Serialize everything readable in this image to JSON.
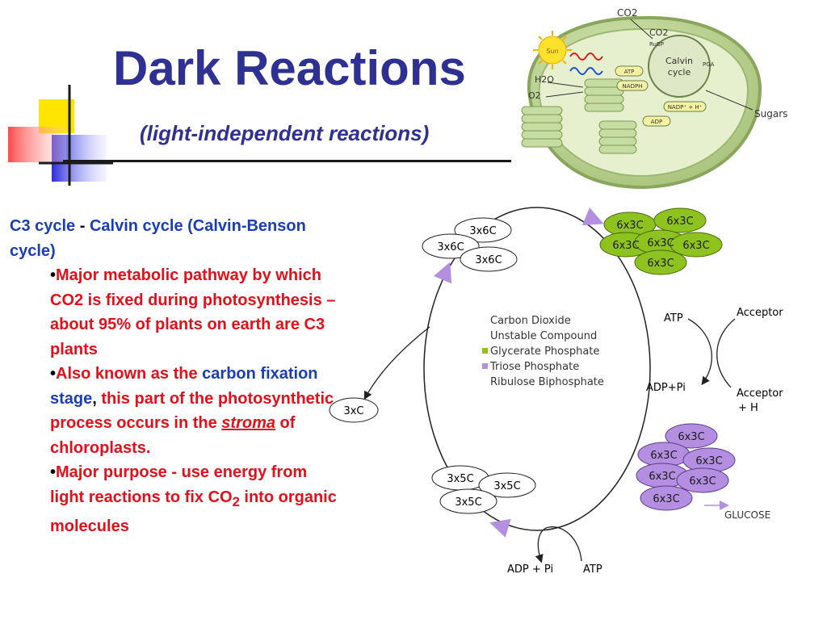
{
  "title": "Dark Reactions",
  "subtitle": "(light-independent reactions)",
  "intro": {
    "c3": "C3 cycle",
    "separator": " - ",
    "rest": "Calvin cycle (Calvin-Benson cycle)"
  },
  "bullets": [
    {
      "text": "Major metabolic pathway by which CO2 is fixed during photosynthesis – about 95% of plants on earth are C3 plants"
    },
    {
      "p1": "Also known as the ",
      "p2": "carbon fixation stage",
      "p3": ",",
      "p4": " this part of the photosynthetic process occurs in the ",
      "p5": "stroma",
      "p6": " of chloroplasts."
    },
    {
      "text": "Major purpose - use energy from light reactions to fix CO",
      "sub": "2",
      "tail": " into organic molecules"
    }
  ],
  "chloroplast": {
    "co2_out": "CO2",
    "co2_in": "CO2",
    "rubp": "RuBP",
    "calvin_1": "Calvin",
    "calvin_2": "cycle",
    "pga": "PGA",
    "sun": "Sun",
    "h2o": "H2O",
    "o2": "O2",
    "atp": "ATP",
    "nadph": "NADPH",
    "nadp": "NADP⁺ + H⁺",
    "adp": "ADP",
    "sugars": "Sugars"
  },
  "cycle": {
    "top_left_molecules": [
      "3x6C",
      "3x6C",
      "3x6C"
    ],
    "green_molecules": [
      "6x3C",
      "6x3C",
      "6x3C",
      "6x3C",
      "6x3C",
      "6x3C"
    ],
    "purple_molecules": [
      "6x3C",
      "6x3C",
      "6x3C",
      "6x3C",
      "6x3C",
      "6x3C"
    ],
    "bottom_left_molecules": [
      "3x5C",
      "3x5C",
      "3x5C"
    ],
    "left_molecule": "3xC",
    "atp_top": "ATP",
    "adp_pi_top": "ADP+Pi",
    "acceptor": "Acceptor",
    "acceptor_h_1": "Acceptor",
    "acceptor_h_2": "+ H",
    "glucose": "GLUCOSE",
    "adp_pi_bottom": "ADP + Pi",
    "atp_bottom": "ATP",
    "legend": [
      {
        "label": "Carbon Dioxide"
      },
      {
        "label": "Unstable Compound"
      },
      {
        "label": "Glycerate Phosphate"
      },
      {
        "label": "Triose Phosphate"
      },
      {
        "label": "Ribulose Biphosphate"
      }
    ]
  },
  "colors": {
    "title_blue": "#2e3192",
    "text_blue": "#1a3eb5",
    "text_red": "#e3101a",
    "green": "#8dc21f",
    "purple": "#b48ee0"
  }
}
